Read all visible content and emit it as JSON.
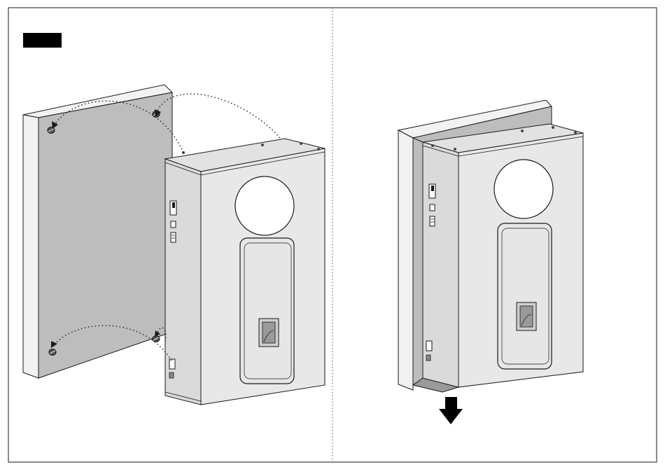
{
  "figure": {
    "step_label": "",
    "panels": [
      {
        "id": "left",
        "depicts": "device-aligned-to-wall-plate"
      },
      {
        "id": "right",
        "depicts": "device-mounted-slide-down"
      }
    ]
  },
  "colors": {
    "outline": "#1a1a1a",
    "device_face": "#e8e8e8",
    "device_side": "#dadada",
    "wall_plate": "#bdbdbd",
    "wall_edge": "#f2f2f2",
    "arrow": "#000000"
  }
}
